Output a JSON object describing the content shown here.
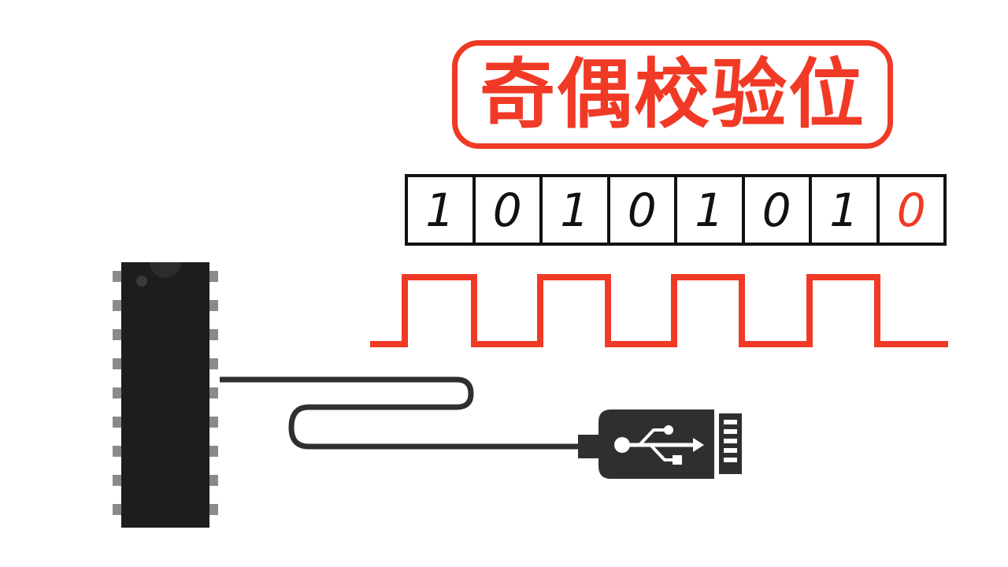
{
  "title": "奇偶校验位",
  "bits": [
    "1",
    "0",
    "1",
    "0",
    "1",
    "0",
    "1",
    "0"
  ],
  "parity_index": 7,
  "colors": {
    "accent": "#f03a26",
    "text": "#111111",
    "chip_body": "#1d1d1d",
    "chip_pins": "#8a8a8a",
    "cable": "#2f2f2f"
  },
  "icons": [
    "usb-icon",
    "integrated-circuit-chip",
    "usb-connector"
  ]
}
